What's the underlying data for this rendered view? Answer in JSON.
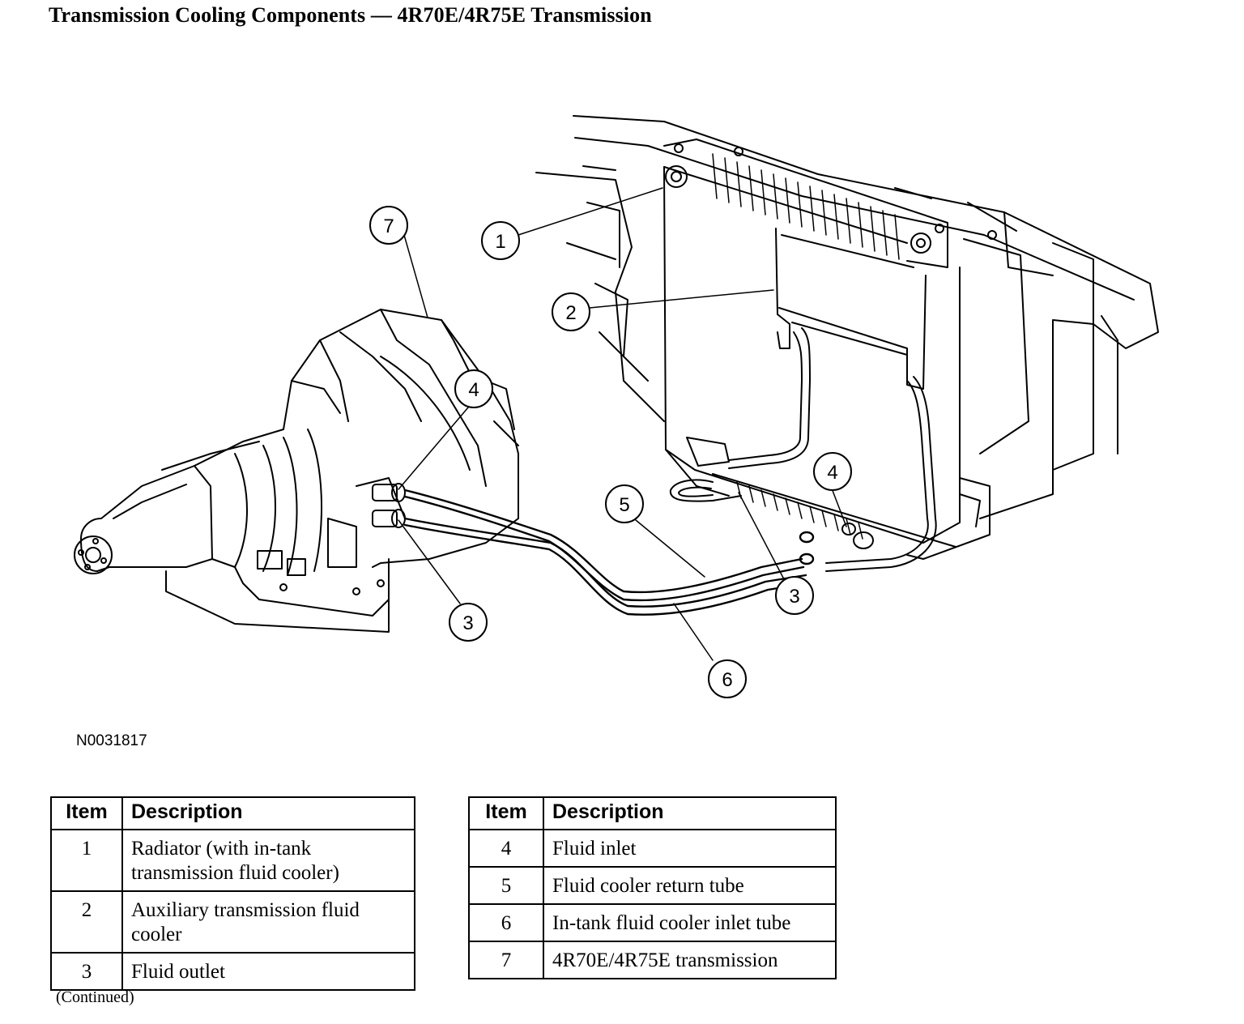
{
  "title": "Transmission Cooling Components — 4R70E/4R75E Transmission",
  "figure_id": "N0031817",
  "callouts": [
    "1",
    "2",
    "3",
    "4",
    "5",
    "6",
    "7",
    "3",
    "4"
  ],
  "tables": [
    {
      "header": {
        "item": "Item",
        "description": "Description"
      },
      "rows": [
        {
          "item": "1",
          "description": "Radiator (with in-tank transmission fluid cooler)"
        },
        {
          "item": "2",
          "description": "Auxiliary transmission fluid cooler"
        },
        {
          "item": "3",
          "description": "Fluid outlet"
        }
      ]
    },
    {
      "header": {
        "item": "Item",
        "description": "Description"
      },
      "rows": [
        {
          "item": "4",
          "description": "Fluid inlet"
        },
        {
          "item": "5",
          "description": "Fluid cooler return tube"
        },
        {
          "item": "6",
          "description": "In-tank fluid cooler inlet tube"
        },
        {
          "item": "7",
          "description": "4R70E/4R75E transmission"
        }
      ]
    }
  ],
  "footer_note": "(Continued)"
}
